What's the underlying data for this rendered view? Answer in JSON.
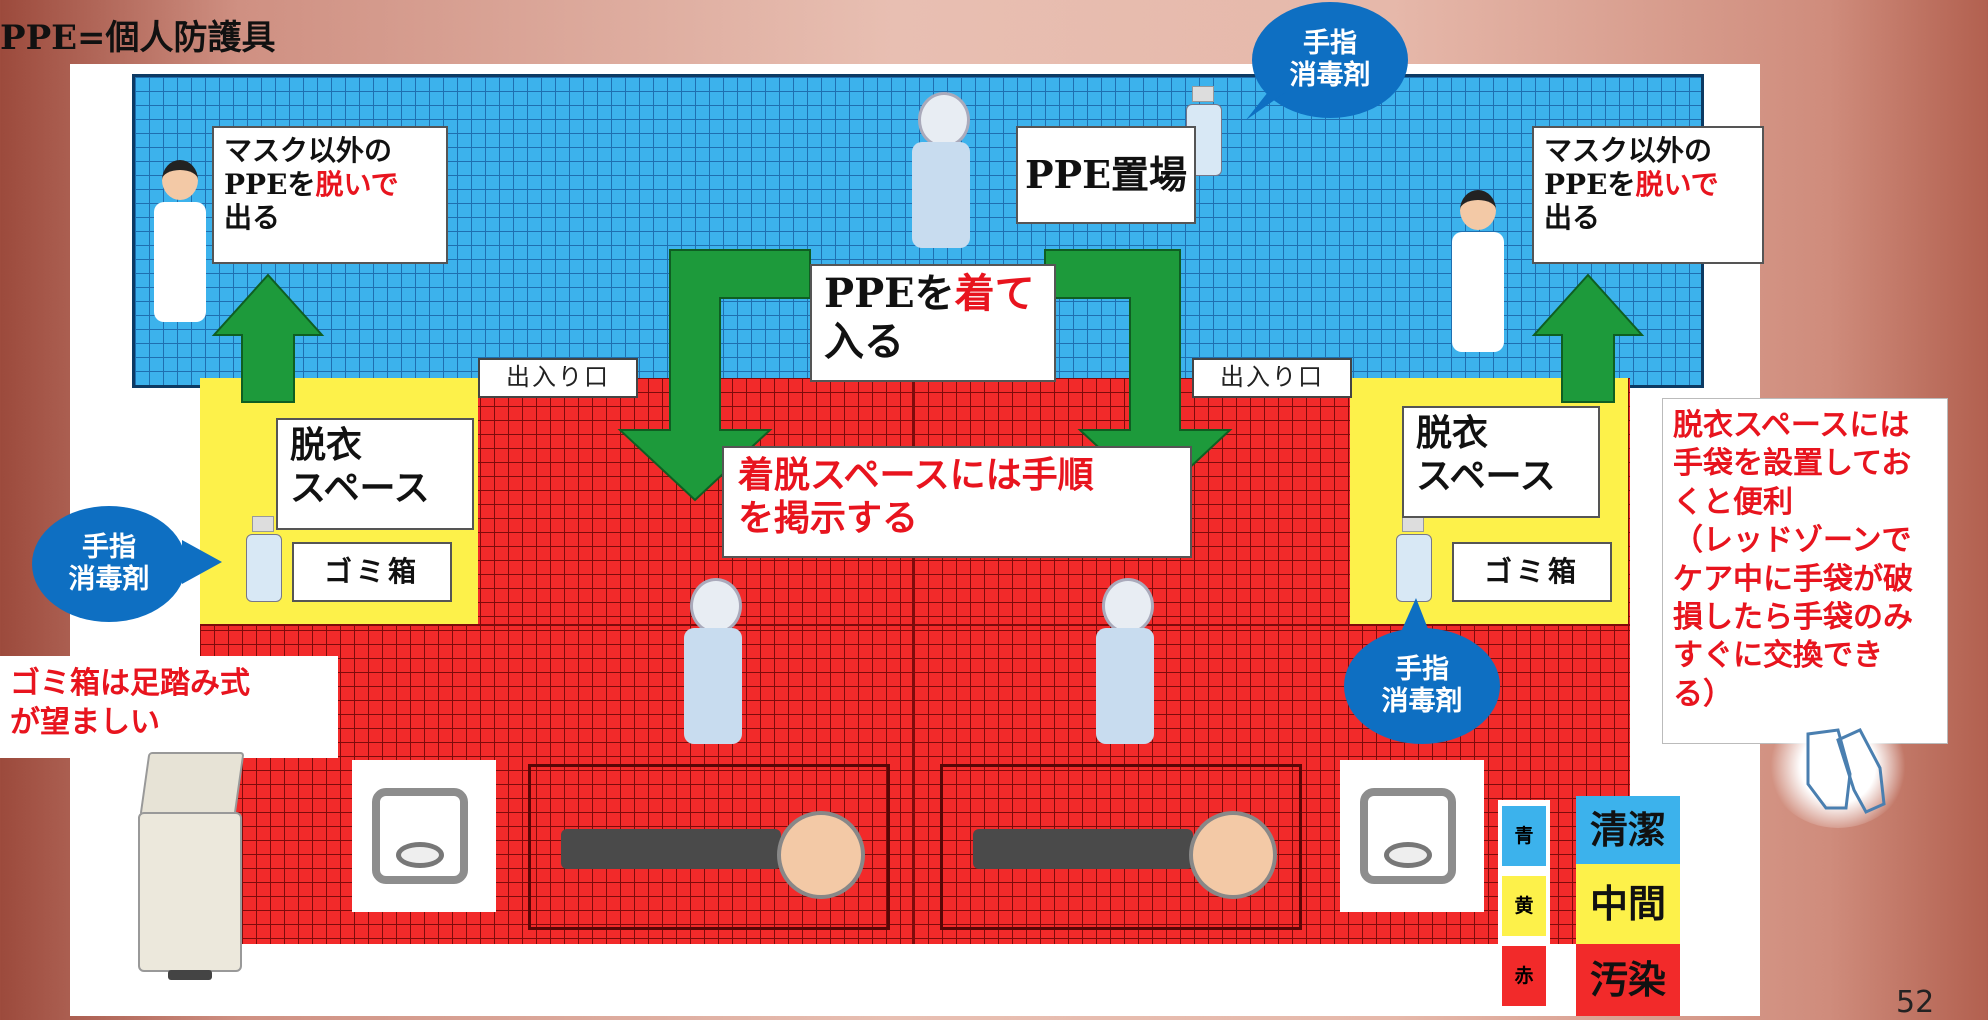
{
  "title": "PPE=個人防護具",
  "zones": {
    "top_left_note": {
      "line1": "マスク以外の",
      "line2_pre": "PPEを",
      "line2_red": "脱いで",
      "line3": "出る"
    },
    "top_right_note": {
      "line1": "マスク以外の",
      "line2_pre": "PPEを",
      "line2_red": "脱いで",
      "line3": "出る"
    },
    "ppe_storage": "PPE置場",
    "don_note": {
      "pre": "PPEを",
      "red": "着て",
      "line2": "入る"
    },
    "entrance_left": "出入り口",
    "entrance_right": "出入り口",
    "undress_left": {
      "line1": "脱衣",
      "line2": "スペース"
    },
    "undress_right": {
      "line1": "脱衣",
      "line2": "スペース"
    },
    "trash_left": "ゴミ箱",
    "trash_right": "ゴミ箱",
    "procedure_note": {
      "line1": "着脱スペースには手順",
      "line2": "を掲示する"
    }
  },
  "sanitizer": {
    "top": {
      "line1": "手指",
      "line2": "消毒剤"
    },
    "left": {
      "line1": "手指",
      "line2": "消毒剤"
    },
    "right": {
      "line1": "手指",
      "line2": "消毒剤"
    }
  },
  "trash_note": {
    "line1": "ゴミ箱は足踏み式",
    "line2": "が望ましい"
  },
  "glove_note": {
    "line1": "脱衣スペースには",
    "line2": "手袋を設置してお",
    "line3": "くと便利",
    "line4": "（レッドゾーンで",
    "line5": "ケア中に手袋が破",
    "line6": "損したら手袋のみ",
    "line7": "すぐに交換でき",
    "line8": "る）"
  },
  "legend": [
    {
      "pill": "青",
      "label": "清潔",
      "color": "#3cb2ec"
    },
    {
      "pill": "黄",
      "label": "中間",
      "color": "#fdf14a"
    },
    {
      "pill": "赤",
      "label": "汚染",
      "color": "#f22a2a"
    }
  ],
  "page_number": "52"
}
